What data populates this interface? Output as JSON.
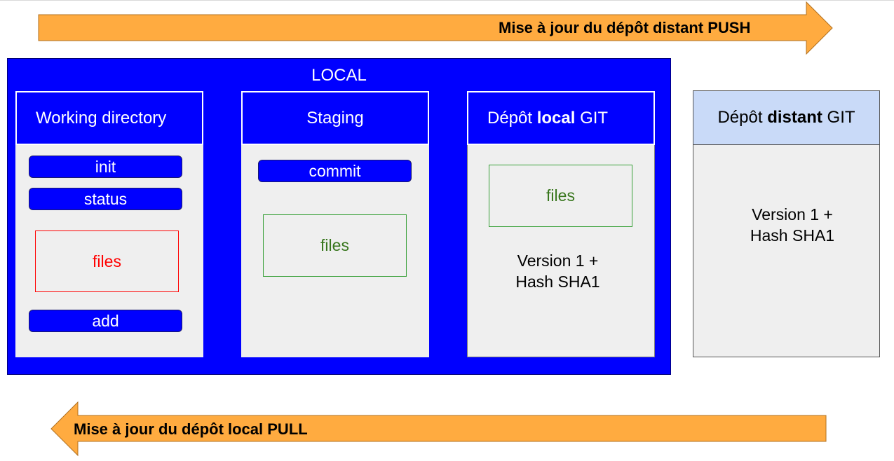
{
  "arrows": {
    "push_label": "Mise à jour du dépôt distant PUSH",
    "pull_label": "Mise à jour du dépôt local PULL",
    "color": "#ffab40"
  },
  "local": {
    "title": "LOCAL",
    "color": "#0000ff",
    "working_directory": {
      "title": "Working directory",
      "commands": [
        "init",
        "status",
        "add"
      ],
      "files_label": "files"
    },
    "staging": {
      "title": "Staging",
      "command": "commit",
      "files_label": "files"
    },
    "local_repo": {
      "title_prefix": "Dépôt ",
      "title_bold": "local",
      "title_suffix": " GIT",
      "files_label": "files",
      "version_line1": "Version 1 +",
      "version_line2": "Hash SHA1"
    }
  },
  "remote_repo": {
    "title_prefix": "Dépôt ",
    "title_bold": "distant",
    "title_suffix": " GIT",
    "header_color": "#c9daf8",
    "version_line1": "Version 1 +",
    "version_line2": "Hash SHA1"
  }
}
